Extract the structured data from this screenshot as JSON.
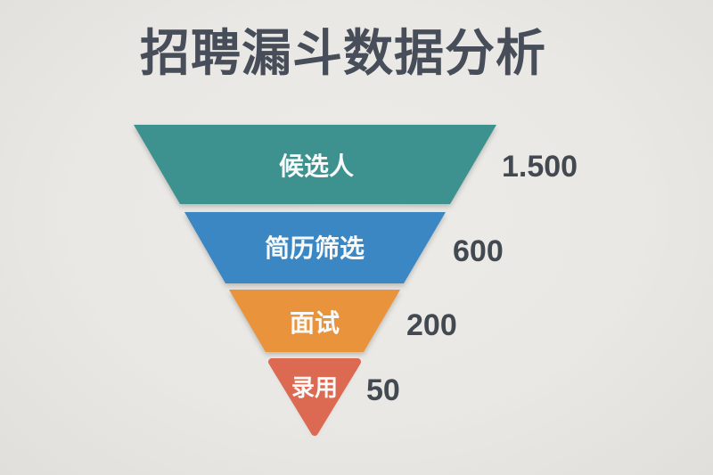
{
  "chart_data": {
    "type": "funnel",
    "title": "招聘漏斗数据分析",
    "orientation": "top-wide-inverted-triangle",
    "legend": "none",
    "background_color": "#eae8e4",
    "title_color": "#474e59",
    "value_color": "#424951",
    "label_color": "#f7faf9",
    "categories": [
      "候选人",
      "简历筛选",
      "面试",
      "录用"
    ],
    "values": [
      1500,
      600,
      200,
      50
    ],
    "segments": [
      {
        "label": "候选人",
        "value": 1500,
        "value_label": "1.500",
        "color": "#3d918f"
      },
      {
        "label": "简历筛选",
        "value": 600,
        "value_label": "600",
        "color": "#3b87c3"
      },
      {
        "label": "面试",
        "value": 200,
        "value_label": "200",
        "color": "#e9943d"
      },
      {
        "label": "录用",
        "value": 50,
        "value_label": "50",
        "color": "#dc6951"
      }
    ]
  }
}
